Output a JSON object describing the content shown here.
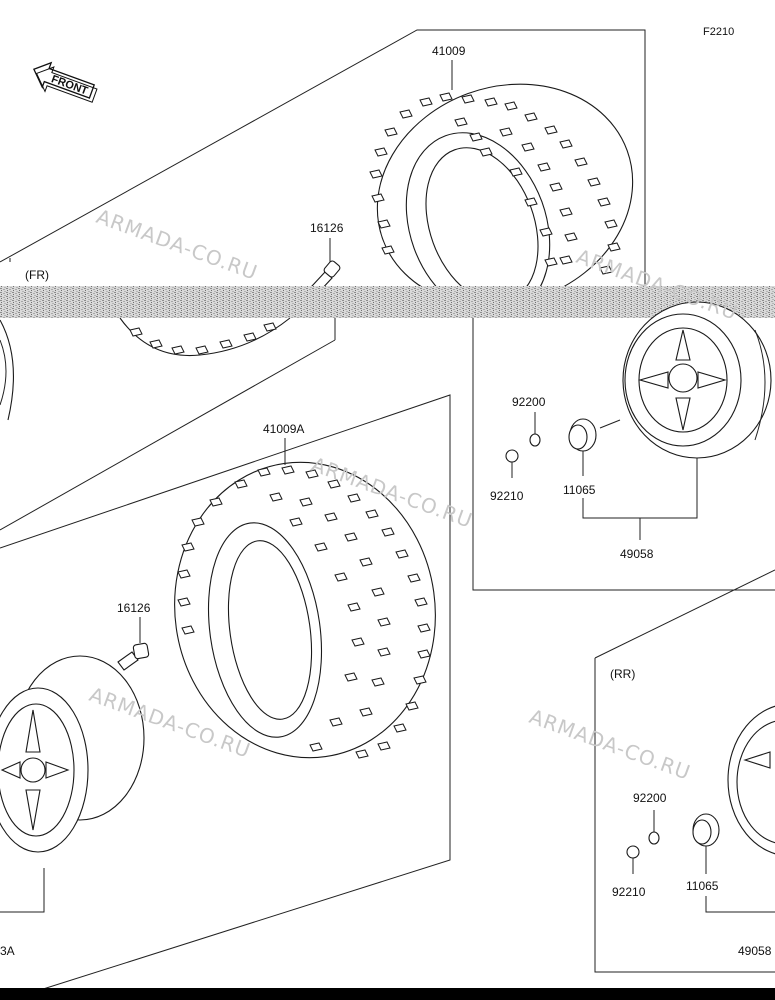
{
  "figure_code": "F2210",
  "front_label": "FRONT",
  "watermark": "ARMADA-CO.RU",
  "sections": {
    "front": "(FR)",
    "rear": "(RR)"
  },
  "parts": {
    "tire_front": "41009",
    "tire_rear": "41009A",
    "valve_1": "16126",
    "valve_2": "16126",
    "washer_fr": "92200",
    "nut_fr": "92210",
    "cap_fr": "11065",
    "wheel_fr": "49058",
    "washer_rr": "92200",
    "nut_rr": "92210",
    "cap_rr": "11065",
    "wheel_rr": "49058",
    "wheel_left_partial": "3A"
  },
  "colors": {
    "line": "#222222",
    "tear_band": "#9a9a9a",
    "watermark": "#c8c8c8",
    "footer_bar": "#000000"
  }
}
